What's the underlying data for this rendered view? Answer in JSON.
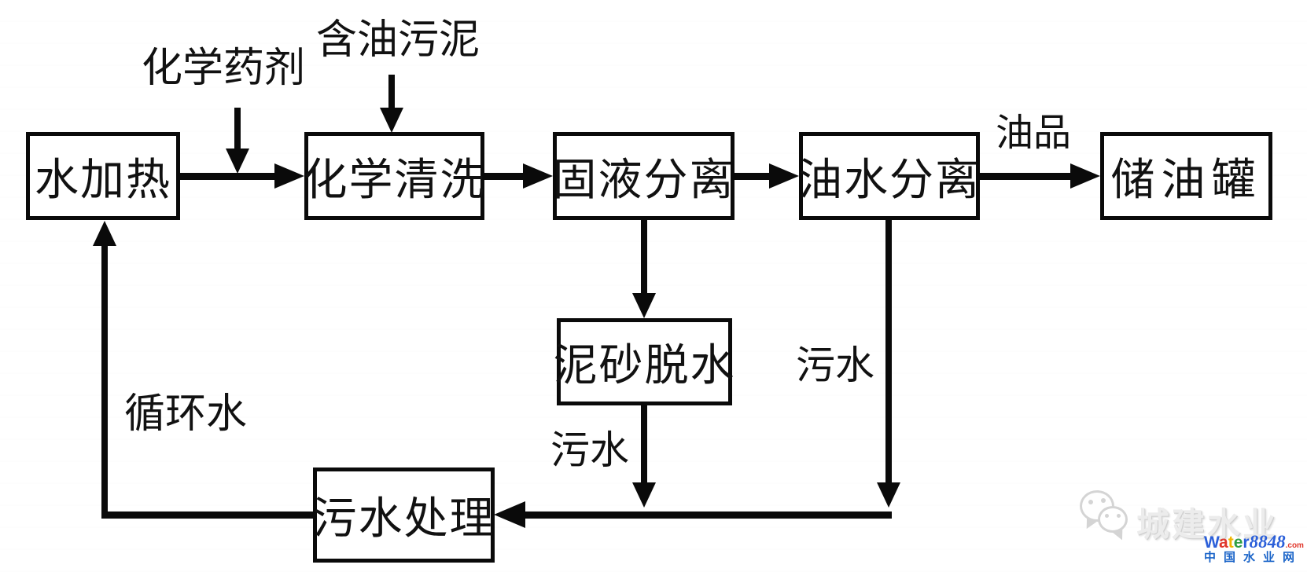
{
  "diagram": {
    "title_implied": "含油污泥化学清洗处理流程",
    "nodes": {
      "water_heating": "水加热",
      "chemical_cleaning": "化学清洗",
      "solid_liquid_separation": "固液分离",
      "oil_water_separation": "油水分离",
      "oil_storage_tank": "储油罐",
      "sediment_dewatering": "泥砂脱水",
      "wastewater_treatment": "污水处理"
    },
    "flow_labels": {
      "chemical_agent": "化学药剂",
      "oily_sludge": "含油污泥",
      "oil_product": "油品",
      "wastewater_from_sediment": "污水",
      "wastewater_from_oil_water": "污水",
      "circulating_water": "循环水"
    },
    "edges": [
      {
        "from": "水加热",
        "to": "化学清洗",
        "label": ""
      },
      {
        "from": "化学药剂",
        "to": "化学清洗",
        "label": ""
      },
      {
        "from": "含油污泥",
        "to": "化学清洗",
        "label": ""
      },
      {
        "from": "化学清洗",
        "to": "固液分离",
        "label": ""
      },
      {
        "from": "固液分离",
        "to": "油水分离",
        "label": ""
      },
      {
        "from": "油水分离",
        "to": "储油罐",
        "label": "油品"
      },
      {
        "from": "固液分离",
        "to": "泥砂脱水",
        "label": ""
      },
      {
        "from": "泥砂脱水",
        "to": "污水处理",
        "label": "污水"
      },
      {
        "from": "油水分离",
        "to": "污水处理",
        "label": "污水"
      },
      {
        "from": "污水处理",
        "to": "水加热",
        "label": "循环水"
      }
    ],
    "line_color": "#0a0a0a",
    "box_fill": "#ffffff"
  },
  "watermark": {
    "logo_icon": "wechat-bubbles-icon",
    "brand_text": "城建水业",
    "site_letters": [
      {
        "t": "W",
        "c": "#2b5fd9"
      },
      {
        "t": "a",
        "c": "#e0372b"
      },
      {
        "t": "t",
        "c": "#f0b400"
      },
      {
        "t": "e",
        "c": "#2f9e44"
      },
      {
        "t": "r",
        "c": "#2b5fd9"
      }
    ],
    "site_number": "8848",
    "site_suffix": ".com",
    "site_cn": "中国水业网",
    "colors": {
      "brand": "#ececec",
      "site_number": "#2b5fd9",
      "site_suffix": "#e0372b",
      "site_cn": "#1a64c8"
    }
  }
}
